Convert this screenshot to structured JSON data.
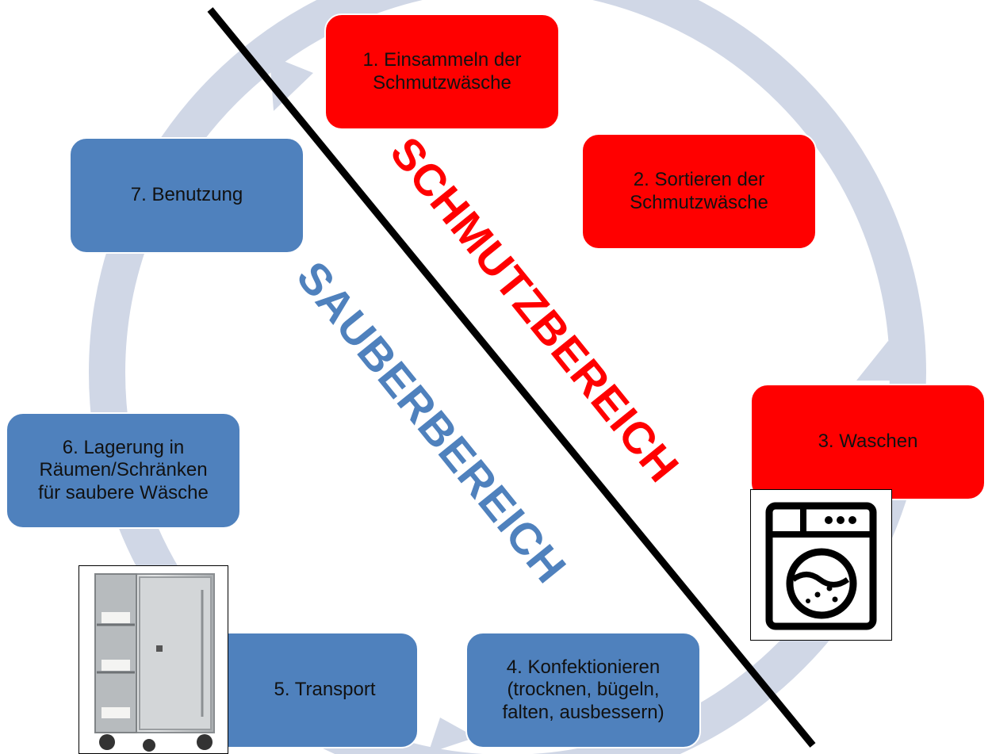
{
  "steps": [
    {
      "label": "1. Einsammeln der\nSchmutzwäsche",
      "zone": "dirty"
    },
    {
      "label": "2. Sortieren der\nSchmutzwäsche",
      "zone": "dirty"
    },
    {
      "label": "3. Waschen",
      "zone": "dirty"
    },
    {
      "label": "4. Konfektionieren\n(trocknen, bügeln,\nfalten, ausbessern)",
      "zone": "clean"
    },
    {
      "label": "5. Transport",
      "zone": "clean"
    },
    {
      "label": "6. Lagerung in\nRäumen/Schränken\nfür saubere Wäsche",
      "zone": "clean"
    },
    {
      "label": "7. Benutzung",
      "zone": "clean"
    }
  ],
  "zones": {
    "dirty": {
      "label": "SCHMUTZBEREICH",
      "color": "#ff0000"
    },
    "clean": {
      "label": "SAUBERBEREICH",
      "color": "#4f81bd"
    }
  },
  "colors": {
    "cycle_arrow": "#d0d7e6",
    "divider": "#000000",
    "dirty_box": "#ff0000",
    "clean_box": "#4f81bd"
  },
  "icons": [
    "washing-machine-icon",
    "laundry-cart-photo"
  ]
}
